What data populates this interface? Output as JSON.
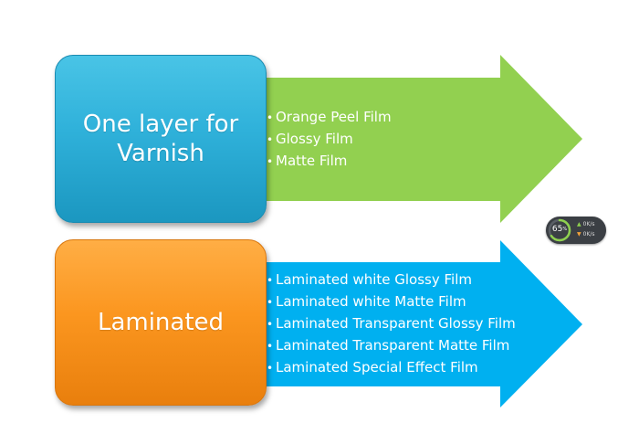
{
  "sections": [
    {
      "title": "One layer for Varnish",
      "items": [
        "Orange Peel Film",
        "Glossy Film",
        "Matte Film"
      ]
    },
    {
      "title": "Laminated",
      "items": [
        "Laminated white Glossy Film",
        "Laminated white Matte Film",
        "Laminated Transparent Glossy Film",
        "Laminated Transparent Matte Film",
        "Laminated Special Effect Film"
      ]
    }
  ],
  "bullet_symbol": "•",
  "widget": {
    "gauge_value": "65",
    "gauge_unit": "%",
    "gauge_fraction": 0.65,
    "up_speed": "0K/s",
    "down_speed": "0K/s"
  },
  "colors": {
    "arrow_green": "#92d050",
    "arrow_blue": "#00b0f0",
    "box_blue": "#31b3dc",
    "box_orange": "#f9931c",
    "gauge_ring": "#8fd14f"
  }
}
